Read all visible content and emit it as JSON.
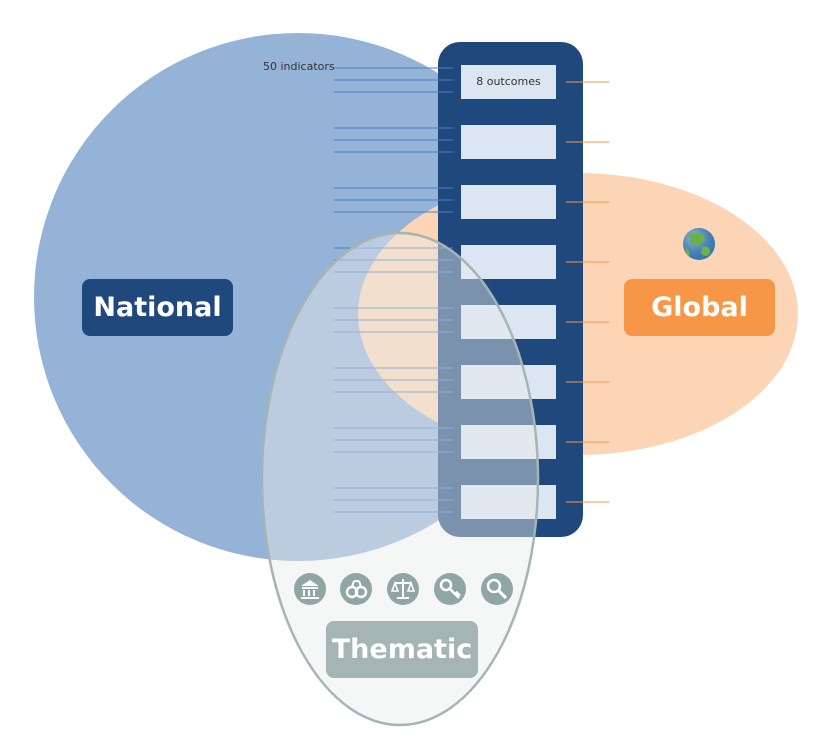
{
  "diagram": {
    "national_label": "National",
    "global_label": "Global",
    "thematic_label": "Thematic",
    "indicators_label": "50 indicators",
    "outcomes_label": "8 outcomes",
    "outcome_box_count": 8,
    "globe_icon": "globe-icon",
    "thematic_icons": [
      "institution-icon",
      "handcuffs-icon",
      "scales-icon",
      "key-icon",
      "magnifier-icon"
    ]
  },
  "colors": {
    "national_fill": "#95b3d7",
    "national_label_bg": "#1f497d",
    "global_fill": "#fbd5b5",
    "global_label_bg": "#f79646",
    "thematic_fill": "#e9eaea",
    "thematic_stroke": "#a5b5b3",
    "thematic_label_bg": "#a5b5b3",
    "column_fill": "#1f497d",
    "outcome_box_fill": "#dce6f2",
    "indicator_line": "#4f7fbf",
    "connector_line": "#f79646",
    "icon_fill": "#8fa6a3"
  }
}
